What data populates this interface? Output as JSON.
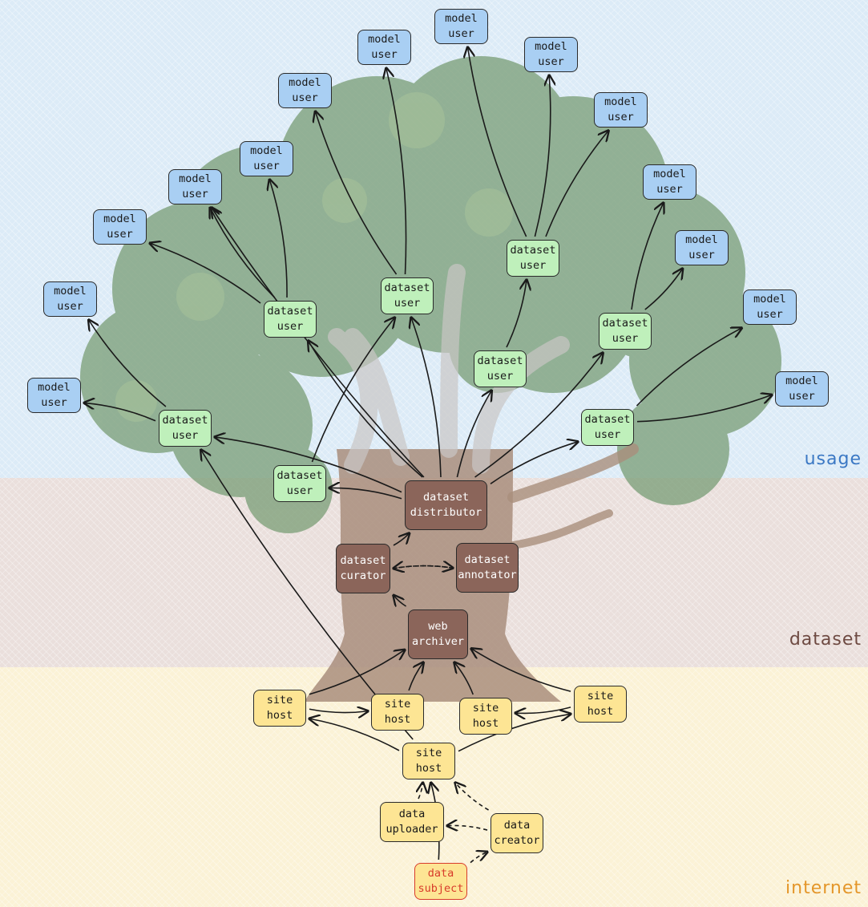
{
  "bands": {
    "usage": {
      "label": "usage",
      "color": "#3b78c4"
    },
    "dataset": {
      "label": "dataset",
      "color": "#6e4a42"
    },
    "internet": {
      "label": "internet",
      "color": "#e4962a"
    }
  },
  "nodes": {
    "mu1": {
      "kind": "model",
      "lines": [
        "model",
        "user"
      ]
    },
    "mu2": {
      "kind": "model",
      "lines": [
        "model",
        "user"
      ]
    },
    "mu3": {
      "kind": "model",
      "lines": [
        "model",
        "user"
      ]
    },
    "mu4": {
      "kind": "model",
      "lines": [
        "model",
        "user"
      ]
    },
    "mu5": {
      "kind": "model",
      "lines": [
        "model",
        "user"
      ]
    },
    "mu6": {
      "kind": "model",
      "lines": [
        "model",
        "user"
      ]
    },
    "mu7": {
      "kind": "model",
      "lines": [
        "model",
        "user"
      ]
    },
    "mu8": {
      "kind": "model",
      "lines": [
        "model",
        "user"
      ]
    },
    "mu9": {
      "kind": "model",
      "lines": [
        "model",
        "user"
      ]
    },
    "mu10": {
      "kind": "model",
      "lines": [
        "model",
        "user"
      ]
    },
    "mu11": {
      "kind": "model",
      "lines": [
        "model",
        "user"
      ]
    },
    "mu12": {
      "kind": "model",
      "lines": [
        "model",
        "user"
      ]
    },
    "mu13": {
      "kind": "model",
      "lines": [
        "model",
        "user"
      ]
    },
    "mu14": {
      "kind": "model",
      "lines": [
        "model",
        "user"
      ]
    },
    "du1": {
      "kind": "duser",
      "lines": [
        "dataset",
        "user"
      ]
    },
    "du2": {
      "kind": "duser",
      "lines": [
        "dataset",
        "user"
      ]
    },
    "du3": {
      "kind": "duser",
      "lines": [
        "dataset",
        "user"
      ]
    },
    "du4": {
      "kind": "duser",
      "lines": [
        "dataset",
        "user"
      ]
    },
    "du5": {
      "kind": "duser",
      "lines": [
        "dataset",
        "user"
      ]
    },
    "du6": {
      "kind": "duser",
      "lines": [
        "dataset",
        "user"
      ]
    },
    "du7": {
      "kind": "duser",
      "lines": [
        "dataset",
        "user"
      ]
    },
    "du8": {
      "kind": "duser",
      "lines": [
        "dataset",
        "user"
      ]
    },
    "distributor": {
      "kind": "dataset",
      "lines": [
        "dataset",
        "distributor"
      ]
    },
    "curator": {
      "kind": "dataset",
      "lines": [
        "dataset",
        "curator"
      ]
    },
    "annotator": {
      "kind": "dataset",
      "lines": [
        "dataset",
        "annotator"
      ]
    },
    "archiver": {
      "kind": "dataset",
      "lines": [
        "web",
        "archiver"
      ]
    },
    "sh1": {
      "kind": "internet",
      "lines": [
        "site",
        "host"
      ]
    },
    "sh2": {
      "kind": "internet",
      "lines": [
        "site",
        "host"
      ]
    },
    "sh3": {
      "kind": "internet",
      "lines": [
        "site",
        "host"
      ]
    },
    "sh4": {
      "kind": "internet",
      "lines": [
        "site",
        "host"
      ]
    },
    "sh5": {
      "kind": "internet",
      "lines": [
        "site",
        "host"
      ]
    },
    "uploader": {
      "kind": "internet",
      "lines": [
        "data",
        "uploader"
      ]
    },
    "creator": {
      "kind": "internet",
      "lines": [
        "data",
        "creator"
      ]
    },
    "subject": {
      "kind": "subject",
      "lines": [
        "data",
        "subject"
      ]
    }
  },
  "edges": [
    [
      "sh5",
      "du1",
      false
    ],
    [
      "du1",
      "mu1",
      false
    ],
    [
      "du1",
      "mu2",
      false
    ],
    [
      "du2",
      "mu3",
      false
    ],
    [
      "du2",
      "mu4",
      false
    ],
    [
      "du2",
      "mu5",
      false
    ],
    [
      "du3",
      "mu6",
      false
    ],
    [
      "du3",
      "mu7",
      false
    ],
    [
      "du4",
      "mu8",
      false
    ],
    [
      "du4",
      "mu9",
      false
    ],
    [
      "du4",
      "mu10",
      false
    ],
    [
      "du5",
      "du4",
      false
    ],
    [
      "du6",
      "mu11",
      false
    ],
    [
      "du6",
      "mu12",
      false
    ],
    [
      "du7",
      "mu13",
      false
    ],
    [
      "du7",
      "mu14",
      false
    ],
    [
      "du8",
      "du3",
      false
    ],
    [
      "distributor",
      "du1",
      false
    ],
    [
      "distributor",
      "du2",
      false
    ],
    [
      "distributor",
      "du3",
      false
    ],
    [
      "distributor",
      "du5",
      false
    ],
    [
      "distributor",
      "du6",
      false
    ],
    [
      "distributor",
      "du7",
      false
    ],
    [
      "distributor",
      "du8",
      false
    ],
    [
      "distributor",
      "mu4",
      false
    ],
    [
      "curator",
      "distributor",
      false
    ],
    [
      "curator",
      "annotator",
      true
    ],
    [
      "annotator",
      "curator",
      true
    ],
    [
      "archiver",
      "curator",
      false
    ],
    [
      "sh1",
      "archiver",
      false
    ],
    [
      "sh2",
      "archiver",
      false
    ],
    [
      "sh3",
      "archiver",
      false
    ],
    [
      "sh4",
      "archiver",
      false
    ],
    [
      "sh1",
      "sh2",
      false
    ],
    [
      "sh4",
      "sh3",
      false
    ],
    [
      "sh5",
      "sh1",
      false
    ],
    [
      "sh5",
      "sh4",
      false
    ],
    [
      "uploader",
      "sh5",
      true
    ],
    [
      "creator",
      "sh5",
      true
    ],
    [
      "creator",
      "uploader",
      true
    ],
    [
      "subject",
      "creator",
      true
    ],
    [
      "subject",
      "sh5",
      false
    ]
  ]
}
